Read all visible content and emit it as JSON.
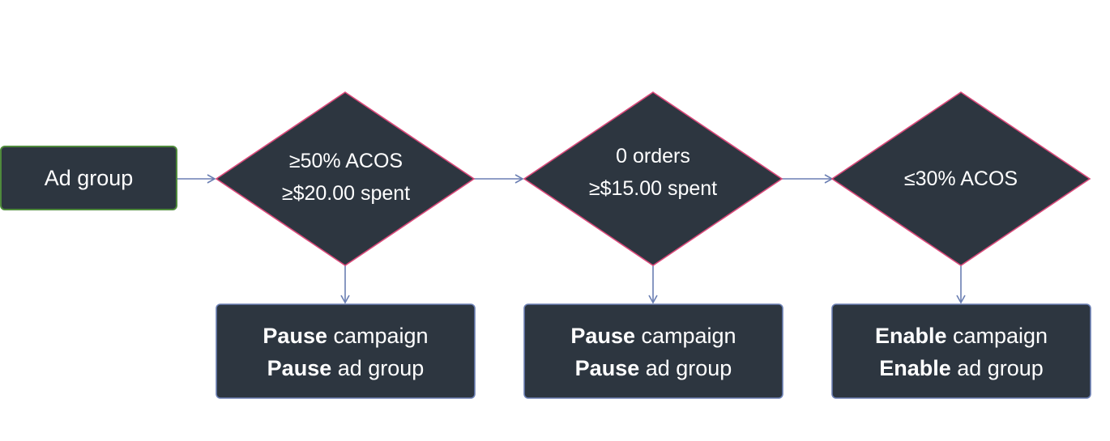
{
  "colors": {
    "node_fill": "#2d3640",
    "start_border": "#4f8a3c",
    "decision_border": "#d9497a",
    "action_border": "#6b7fb3",
    "connector": "#6b7fb3",
    "text": "#ffffff"
  },
  "start": {
    "label": "Ad group"
  },
  "decisions": [
    {
      "lines": [
        "≥50% ACOS",
        "≥$20.00 spent"
      ]
    },
    {
      "lines": [
        "0 orders",
        "≥$15.00 spent"
      ]
    },
    {
      "lines": [
        "≤30% ACOS"
      ]
    }
  ],
  "actions": [
    {
      "line1": {
        "verb": "Pause",
        "object": " campaign"
      },
      "line2": {
        "verb": "Pause",
        "object": " ad group"
      }
    },
    {
      "line1": {
        "verb": "Pause",
        "object": " campaign"
      },
      "line2": {
        "verb": "Pause",
        "object": " ad group"
      }
    },
    {
      "line1": {
        "verb": "Enable",
        "object": " campaign"
      },
      "line2": {
        "verb": "Enable",
        "object": " ad group"
      }
    }
  ]
}
